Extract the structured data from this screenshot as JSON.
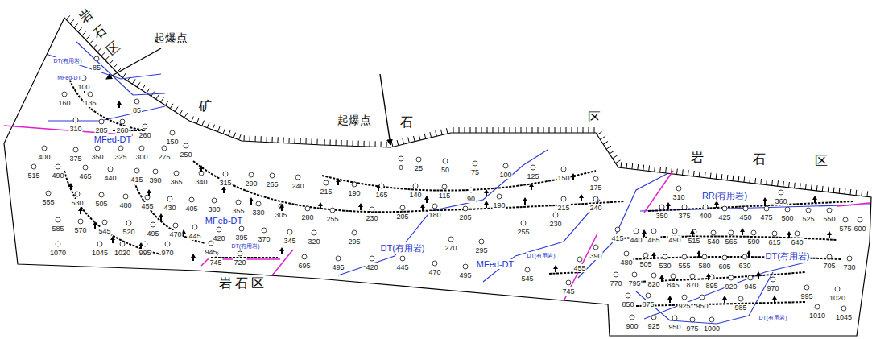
{
  "diagram": {
    "labels": [
      "岩石区",
      "起爆点",
      "矿",
      "起爆点",
      "石",
      "区",
      "岩",
      "石",
      "区",
      "岩 石 区",
      "MFed-DT",
      "MFeb-DT",
      "DT(有用岩)",
      "MFed-DT",
      "RR(有用岩)",
      "DT(有用岩)",
      "DT(有用岩)",
      "MFed-DT",
      "DT(有用岩)",
      "DT(有用岩)",
      "DT(有用岩)",
      "85",
      "100",
      "160",
      "135",
      "85",
      "310",
      "285",
      "260",
      "260",
      "150",
      "400",
      "375",
      "350",
      "325",
      "300",
      "275",
      "250",
      "515",
      "490",
      "465",
      "440",
      "415",
      "390",
      "365",
      "340",
      "315",
      "290",
      "265",
      "240",
      "215",
      "190",
      "165",
      "140",
      "115",
      "90",
      "0",
      "25",
      "50",
      "75",
      "100",
      "125",
      "150",
      "175",
      "555",
      "530",
      "505",
      "480",
      "455",
      "430",
      "405",
      "380",
      "355",
      "330",
      "305",
      "280",
      "255",
      "230",
      "205",
      "180",
      "205",
      "190",
      "215",
      "240",
      "585",
      "570",
      "545",
      "520",
      "495",
      "470",
      "445",
      "420",
      "395",
      "370",
      "345",
      "320",
      "295",
      "270",
      "295",
      "255",
      "230",
      "1070",
      "1045",
      "1020",
      "995",
      "970",
      "945",
      "745",
      "720",
      "695",
      "495",
      "420",
      "445",
      "470",
      "495",
      "545",
      "455",
      "390",
      "745",
      "350",
      "375",
      "400",
      "425",
      "450",
      "475",
      "500",
      "525",
      "550",
      "575",
      "600",
      "310",
      "360",
      "415",
      "440",
      "465",
      "490",
      "515",
      "540",
      "565",
      "590",
      "615",
      "640",
      "480",
      "505",
      "530",
      "555",
      "580",
      "605",
      "630",
      "705",
      "730",
      "770",
      "795",
      "820",
      "845",
      "870",
      "895",
      "920",
      "945",
      "970",
      "995",
      "1020",
      "850",
      "875",
      "925",
      "950",
      "985",
      "1010",
      "1045",
      "900",
      "925",
      "950",
      "975",
      "1000"
    ]
  }
}
